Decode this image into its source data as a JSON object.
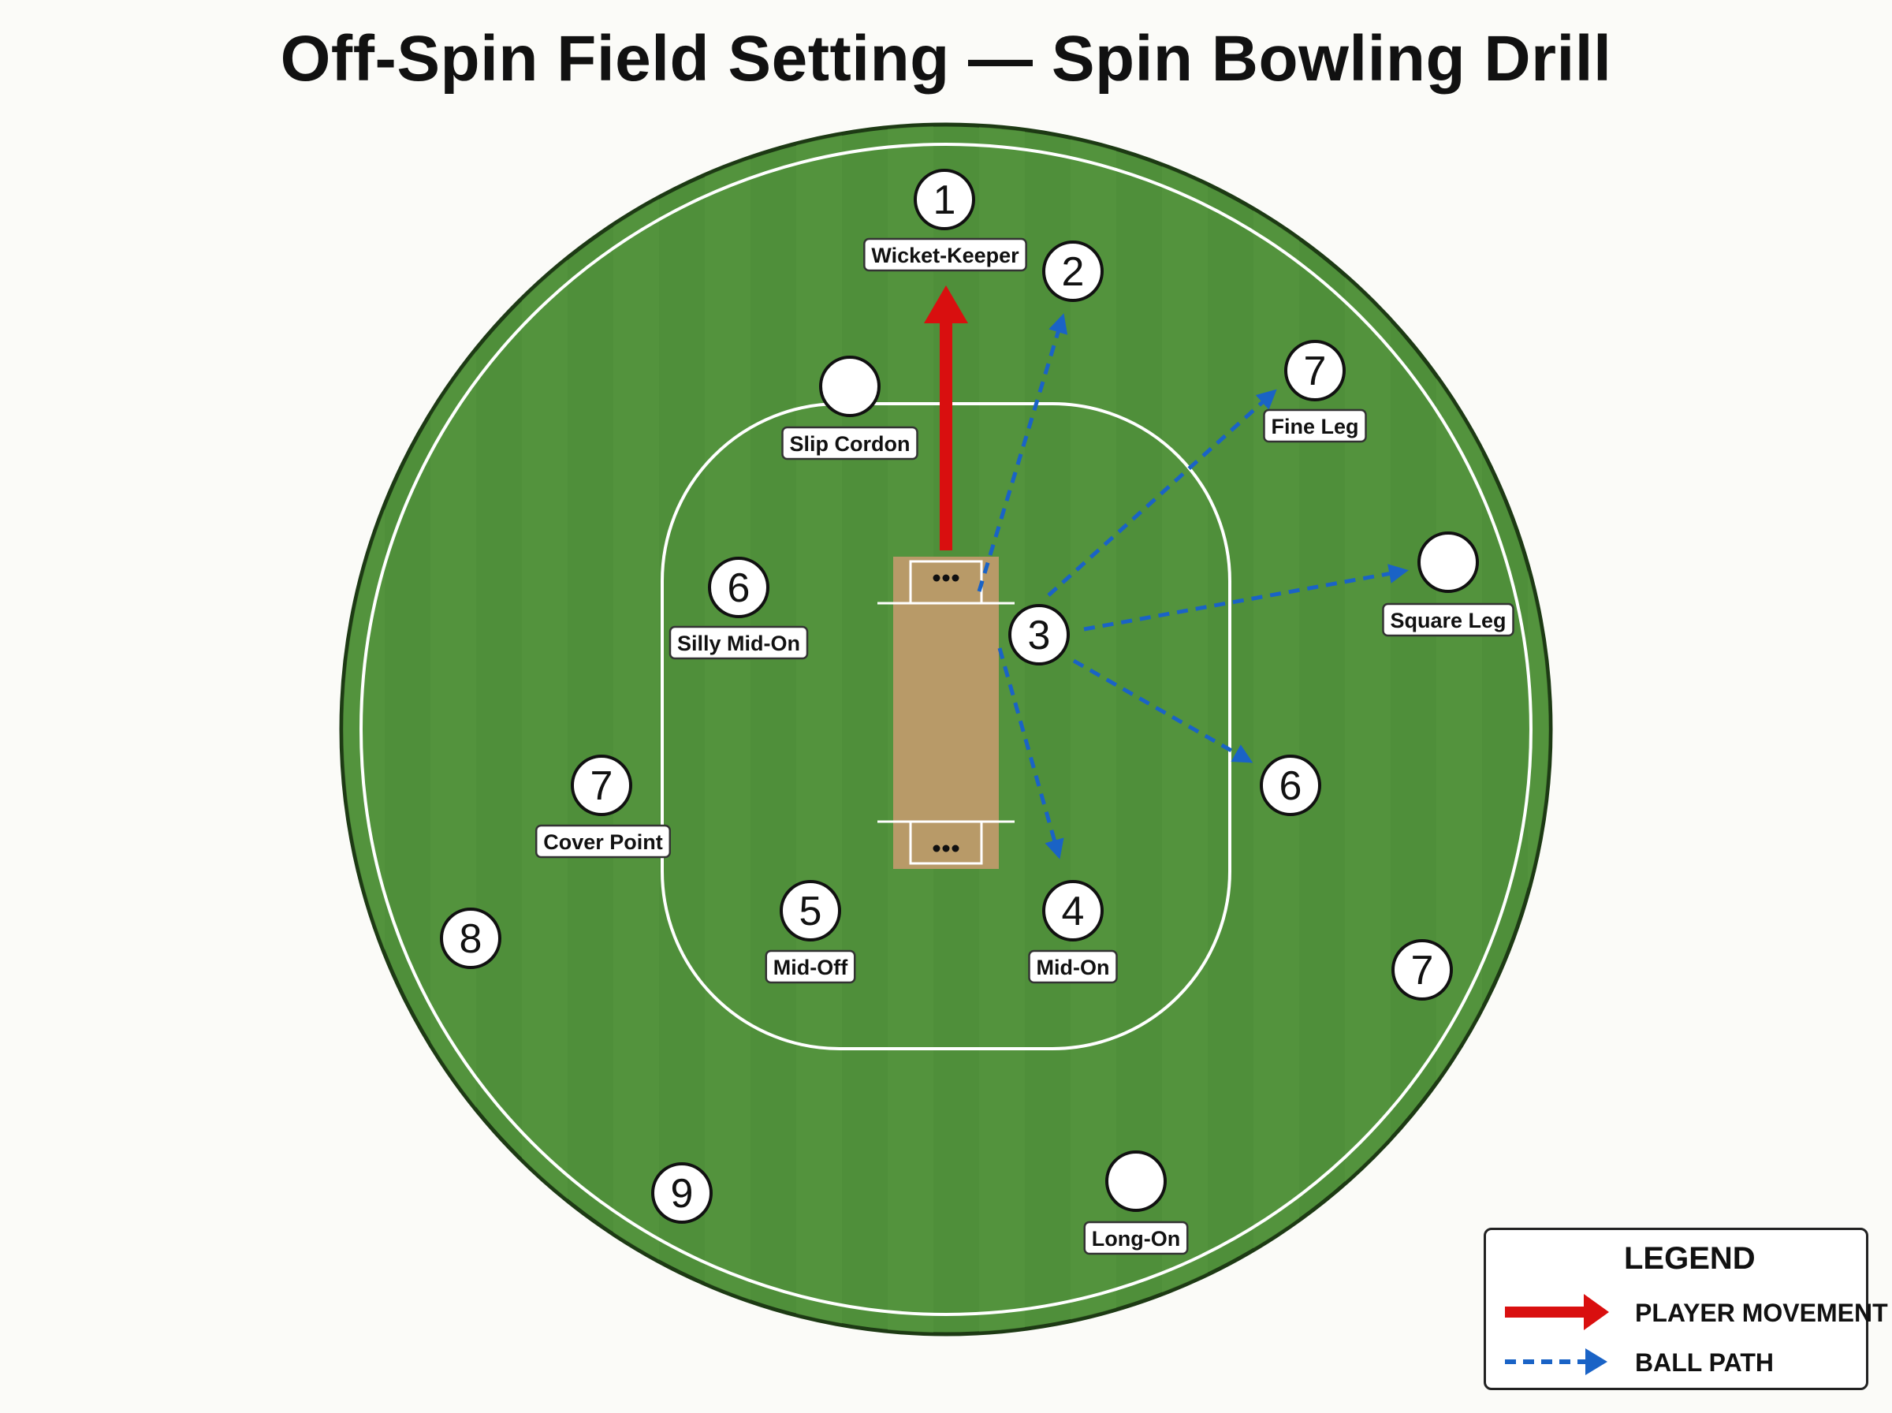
{
  "title": "Off-Spin Field Setting — Spin Bowling Drill",
  "colors": {
    "field": "#4f8f3a",
    "field_stripe": "#58983f",
    "pitch": "#b89a68",
    "line": "#ffffff",
    "player_movement": "#d90f0f",
    "ball_path": "#1a63c6"
  },
  "fielders": [
    {
      "id": "f-wk",
      "number": "1",
      "label": "Wicket-Keeper"
    },
    {
      "id": "f-2",
      "number": "2",
      "label": ""
    },
    {
      "id": "f-slip",
      "number": "",
      "label": "Slip Cordon"
    },
    {
      "id": "f-fineleg",
      "number": "7",
      "label": "Fine Leg"
    },
    {
      "id": "f-squareleg",
      "number": "",
      "label": "Square Leg"
    },
    {
      "id": "f-sillymidon",
      "number": "6",
      "label": "Silly Mid-On"
    },
    {
      "id": "f-3",
      "number": "3",
      "label": ""
    },
    {
      "id": "f-6b",
      "number": "6",
      "label": ""
    },
    {
      "id": "f-coverpoint",
      "number": "7",
      "label": "Cover Point"
    },
    {
      "id": "f-midoff",
      "number": "5",
      "label": "Mid-Off"
    },
    {
      "id": "f-midon",
      "number": "4",
      "label": "Mid-On"
    },
    {
      "id": "f-8",
      "number": "8",
      "label": ""
    },
    {
      "id": "f-7c",
      "number": "7",
      "label": ""
    },
    {
      "id": "f-9",
      "number": "9",
      "label": ""
    },
    {
      "id": "f-longon",
      "number": "",
      "label": "Long-On"
    }
  ],
  "legend": {
    "title": "LEGEND",
    "items": [
      {
        "label": "PLAYER MOVEMENT",
        "icon": "red-solid-arrow"
      },
      {
        "label": "BALL PATH",
        "icon": "blue-dashed-arrow"
      }
    ]
  }
}
